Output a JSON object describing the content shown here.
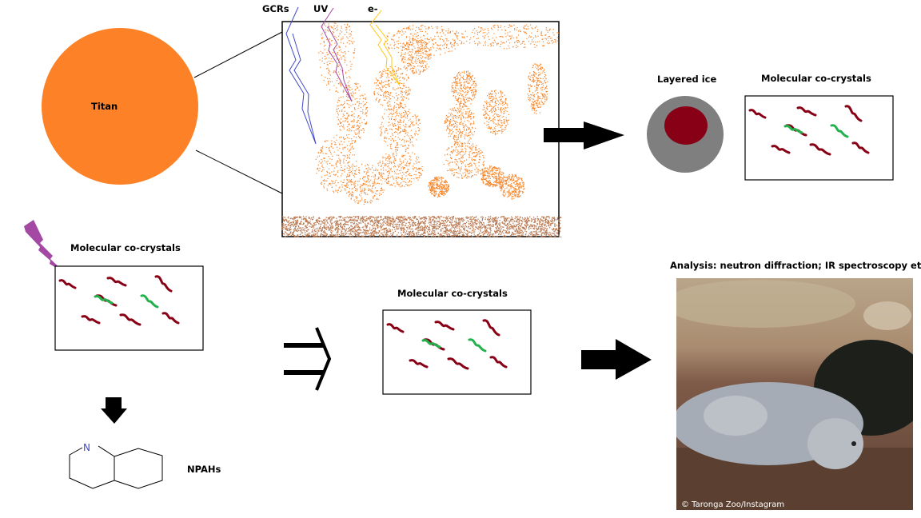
{
  "titan": {
    "label": "Titan"
  },
  "radiation": {
    "gcrs": "GCRs",
    "uv": "UV",
    "electrons": "e-"
  },
  "layered_ice": {
    "label": "Layered ice"
  },
  "cocrystals_top": {
    "label": "Molecular co-crystals"
  },
  "cocrystals_left": {
    "label": "Molecular co-crystals"
  },
  "cocrystals_middle": {
    "label": "Molecular co-crystals"
  },
  "npah": {
    "label": "NPAHs",
    "atom": "N"
  },
  "analysis": {
    "label": "Analysis: neutron diffraction; IR spectroscopy etc.",
    "photo_caption": "© Taronga Zoo/Instagram"
  },
  "colors": {
    "titan": "#fd8227",
    "aerosol": "#f7862a",
    "surface": "#b97850",
    "ice_outer": "#7f7f7f",
    "ice_core": "#880015",
    "molecule": "#880015",
    "guest": "#22b14c",
    "lightning": "#a349a4"
  }
}
